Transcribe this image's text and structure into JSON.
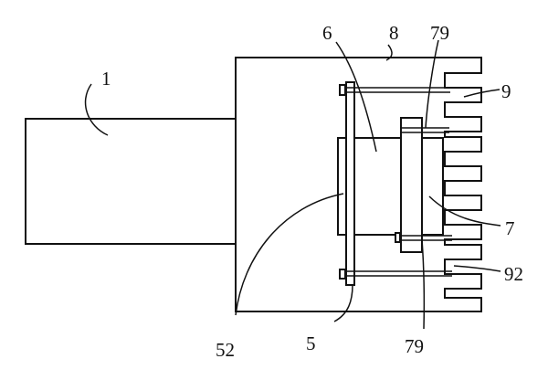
{
  "labels": {
    "l1": "1",
    "l5": "5",
    "l6": "6",
    "l7": "7",
    "l8": "8",
    "l9": "9",
    "l52": "52",
    "l79_top": "79",
    "l79_bottom": "79",
    "l92": "92"
  },
  "colors": {
    "line": "#111111",
    "background": "#ffffff"
  }
}
